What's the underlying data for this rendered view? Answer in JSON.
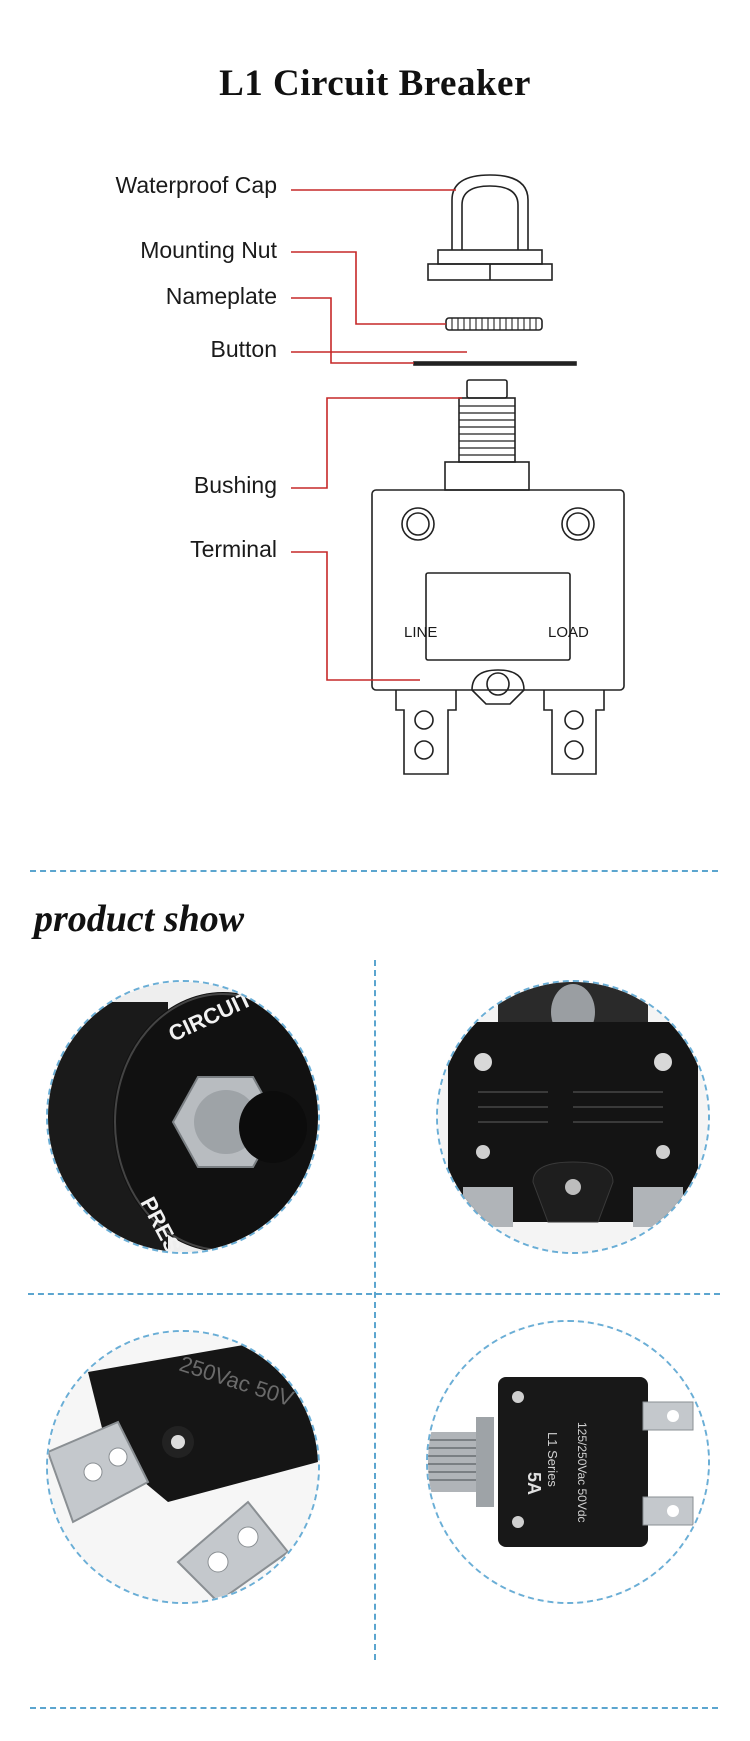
{
  "title": "L1 Circuit Breaker",
  "parts": [
    {
      "name": "Waterproof Cap"
    },
    {
      "name": "Mounting Nut"
    },
    {
      "name": "Nameplate"
    },
    {
      "name": "Button"
    },
    {
      "name": "Bushing"
    },
    {
      "name": "Terminal"
    }
  ],
  "terminal_labels": {
    "line": "LINE",
    "load": "LOAD"
  },
  "product_show": {
    "heading": "product show",
    "photos": [
      {
        "name": "photo-front-button",
        "ring_text_top": "CIRCUIT BRE",
        "ring_text_bottom": "PRESS TO RE"
      },
      {
        "name": "photo-back-body"
      },
      {
        "name": "photo-terminals-closeup",
        "ratings": "250Vac  50V"
      },
      {
        "name": "photo-side-label",
        "series": "L1 Series",
        "amps": "5A",
        "ratings": "125/250Vac  50Vdc"
      }
    ]
  },
  "colors": {
    "leader_line": "#c62828",
    "divider": "#5ba5cf",
    "breaker_body": "#1b1b1b",
    "metal": "#b8bcc0"
  }
}
